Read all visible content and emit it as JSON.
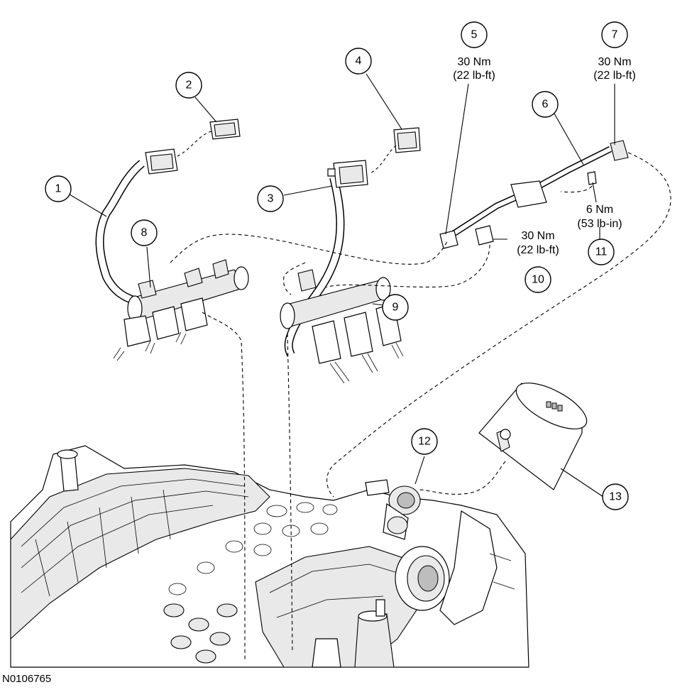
{
  "figure_id": "N0106765",
  "callouts": [
    {
      "id": "1",
      "label": "1"
    },
    {
      "id": "2",
      "label": "2"
    },
    {
      "id": "3",
      "label": "3"
    },
    {
      "id": "4",
      "label": "4"
    },
    {
      "id": "5",
      "label": "5"
    },
    {
      "id": "6",
      "label": "6"
    },
    {
      "id": "7",
      "label": "7"
    },
    {
      "id": "8",
      "label": "8"
    },
    {
      "id": "9",
      "label": "9"
    },
    {
      "id": "10",
      "label": "10"
    },
    {
      "id": "11",
      "label": "11"
    },
    {
      "id": "12",
      "label": "12"
    },
    {
      "id": "13",
      "label": "13"
    }
  ],
  "torque_specs": {
    "spec5": {
      "metric": "30 Nm",
      "imperial": "(22 lb-ft)"
    },
    "spec7": {
      "metric": "30 Nm",
      "imperial": "(22 lb-ft)"
    },
    "spec10": {
      "metric": "30 Nm",
      "imperial": "(22 lb-ft)"
    },
    "spec11": {
      "metric": "6 Nm",
      "imperial": "(53 lb-in)"
    }
  }
}
